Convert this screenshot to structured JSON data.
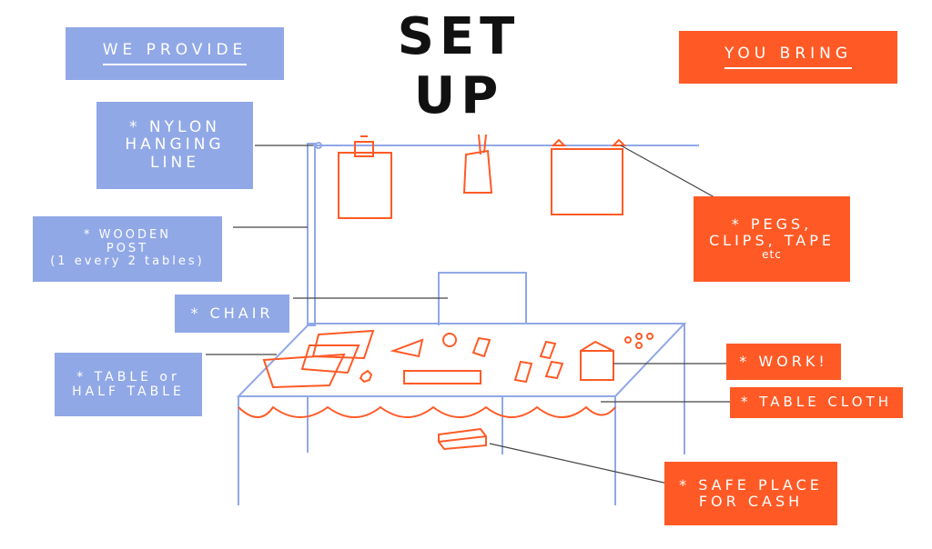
{
  "title": "SET UP",
  "colors": {
    "provide": "#91a8e7",
    "bring": "#ff5a26",
    "structure_line": "#91a8e7",
    "work_line": "#ff5a26",
    "leader_line": "#444444"
  },
  "we_provide": {
    "header": "WE PROVIDE",
    "items": {
      "nylon_line": [
        "* NYLON",
        "HANGING",
        "LINE"
      ],
      "wooden_post": [
        "* WOODEN",
        "POST",
        "(1 every 2 tables)"
      ],
      "chair": [
        "* CHAIR"
      ],
      "table": [
        "* TABLE or",
        "HALF TABLE"
      ]
    }
  },
  "you_bring": {
    "header": "YOU BRING",
    "items": {
      "pegs": [
        "* PEGS,",
        "CLIPS, TAPE",
        "etc"
      ],
      "work": [
        "* WORK!"
      ],
      "table_cloth": [
        "* TABLE CLOTH"
      ],
      "cash": [
        "* SAFE PLACE",
        "FOR CASH"
      ]
    }
  }
}
